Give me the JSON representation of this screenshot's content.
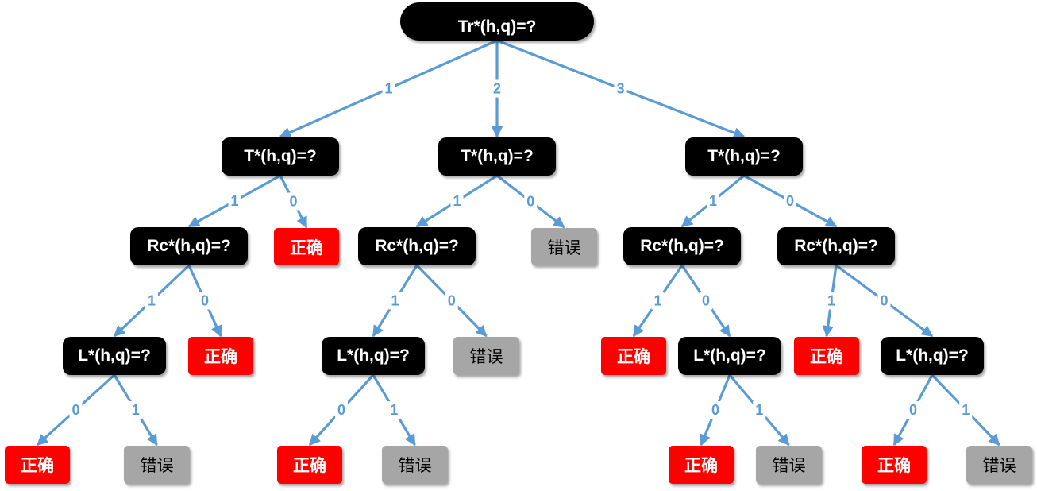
{
  "colors": {
    "decision": "#000000",
    "correct": "#ff0000",
    "wrong": "#a6a6a6",
    "edge": "#5b9bd5"
  },
  "nodes": {
    "root": "Tr*(h,q)=?",
    "t1": "T*(h,q)=?",
    "t2": "T*(h,q)=?",
    "t3": "T*(h,q)=?",
    "rc1": "Rc*(h,q)=?",
    "c1": "正确",
    "rc2": "Rc*(h,q)=?",
    "w1": "错误",
    "rc3": "Rc*(h,q)=?",
    "rc4": "Rc*(h,q)=?",
    "l1": "L*(h,q)=?",
    "c2": "正确",
    "l2": "L*(h,q)=?",
    "w2": "错误",
    "c3": "正确",
    "l3": "L*(h,q)=?",
    "c4": "正确",
    "l4": "L*(h,q)=?",
    "c5": "正确",
    "w3": "错误",
    "c6": "正确",
    "w4": "错误",
    "c7": "正确",
    "w5": "错误",
    "c8": "正确",
    "w6": "错误"
  },
  "edges": [
    {
      "from": "root",
      "to": "t1",
      "label": "1"
    },
    {
      "from": "root",
      "to": "t2",
      "label": "2"
    },
    {
      "from": "root",
      "to": "t3",
      "label": "3"
    },
    {
      "from": "t1",
      "to": "rc1",
      "label": "1"
    },
    {
      "from": "t1",
      "to": "c1",
      "label": "0"
    },
    {
      "from": "t2",
      "to": "rc2",
      "label": "1"
    },
    {
      "from": "t2",
      "to": "w1",
      "label": "0"
    },
    {
      "from": "t3",
      "to": "rc3",
      "label": "1"
    },
    {
      "from": "t3",
      "to": "rc4",
      "label": "0"
    },
    {
      "from": "rc1",
      "to": "l1",
      "label": "1"
    },
    {
      "from": "rc1",
      "to": "c2",
      "label": "0"
    },
    {
      "from": "rc2",
      "to": "l2",
      "label": "1"
    },
    {
      "from": "rc2",
      "to": "w2",
      "label": "0"
    },
    {
      "from": "rc3",
      "to": "c3",
      "label": "1"
    },
    {
      "from": "rc3",
      "to": "l3",
      "label": "0"
    },
    {
      "from": "rc4",
      "to": "c4",
      "label": "1"
    },
    {
      "from": "rc4",
      "to": "l4",
      "label": "0"
    },
    {
      "from": "l1",
      "to": "c5",
      "label": "0"
    },
    {
      "from": "l1",
      "to": "w3",
      "label": "1"
    },
    {
      "from": "l2",
      "to": "c6",
      "label": "0"
    },
    {
      "from": "l2",
      "to": "w4",
      "label": "1"
    },
    {
      "from": "l3",
      "to": "c7",
      "label": "0"
    },
    {
      "from": "l3",
      "to": "w5",
      "label": "1"
    },
    {
      "from": "l4",
      "to": "c8",
      "label": "0"
    },
    {
      "from": "l4",
      "to": "w6",
      "label": "1"
    }
  ]
}
